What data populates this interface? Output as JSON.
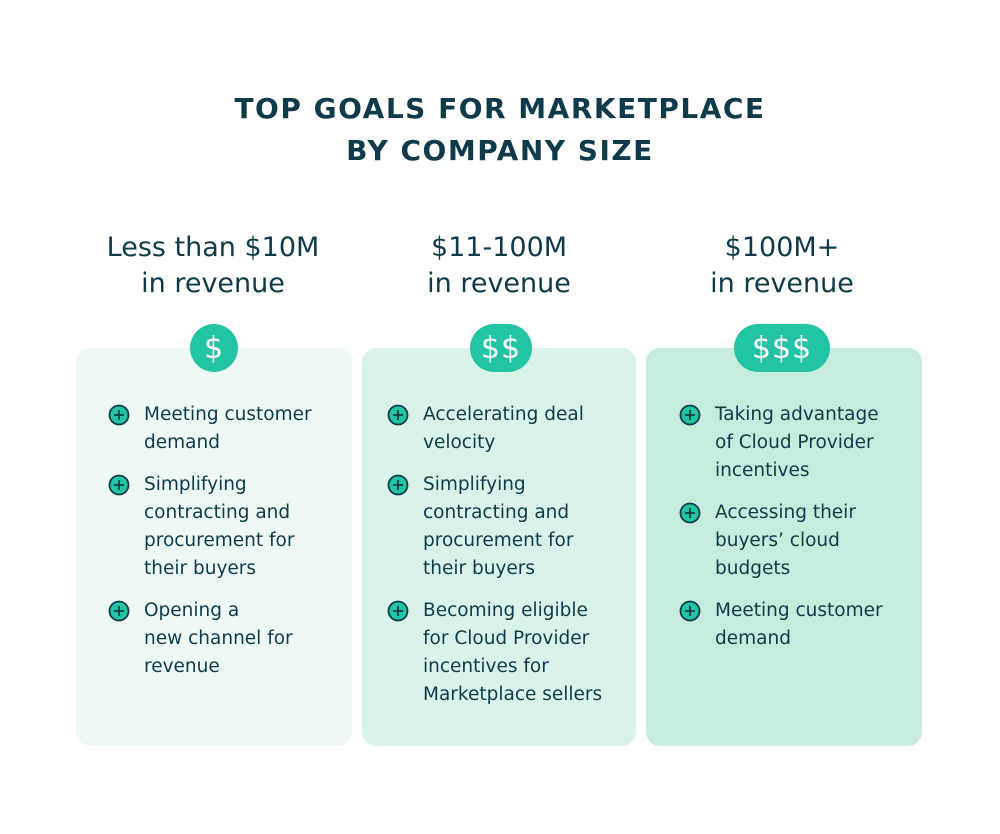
{
  "title": {
    "line1": "TOP GOALS FOR MARKETPLACE",
    "line2": "BY COMPANY SIZE"
  },
  "colors": {
    "heading": "#0f3a4a",
    "badge": "#23c4a4",
    "card1": "#eef9f6",
    "card2": "#d9f3ea",
    "card3": "#c5ecdd"
  },
  "icons": {
    "bullet": "plus-circle-icon"
  },
  "columns": [
    {
      "heading": {
        "line1": "Less than $10M",
        "line2": "in revenue"
      },
      "badge": "$",
      "goals": [
        {
          "lines": [
            "Meeting customer",
            "demand"
          ]
        },
        {
          "lines": [
            "Simplifying",
            "contracting and",
            "procurement for",
            "their buyers"
          ]
        },
        {
          "lines": [
            "Opening a",
            "new channel for",
            "revenue"
          ]
        }
      ]
    },
    {
      "heading": {
        "line1": "$11-100M",
        "line2": "in revenue"
      },
      "badge": "$$",
      "goals": [
        {
          "lines": [
            "Accelerating deal",
            "velocity"
          ]
        },
        {
          "lines": [
            "Simplifying",
            "contracting and",
            "procurement for",
            "their buyers"
          ]
        },
        {
          "lines": [
            "Becoming eligible",
            "for Cloud Provider",
            "incentives for",
            "Marketplace sellers"
          ]
        }
      ]
    },
    {
      "heading": {
        "line1": "$100M+",
        "line2": "in revenue"
      },
      "badge": "$$$",
      "goals": [
        {
          "lines": [
            "Taking advantage",
            "of Cloud Provider",
            "incentives"
          ]
        },
        {
          "lines": [
            "Accessing their",
            "buyers’ cloud",
            "budgets"
          ]
        },
        {
          "lines": [
            "Meeting customer",
            "demand"
          ]
        }
      ]
    }
  ]
}
